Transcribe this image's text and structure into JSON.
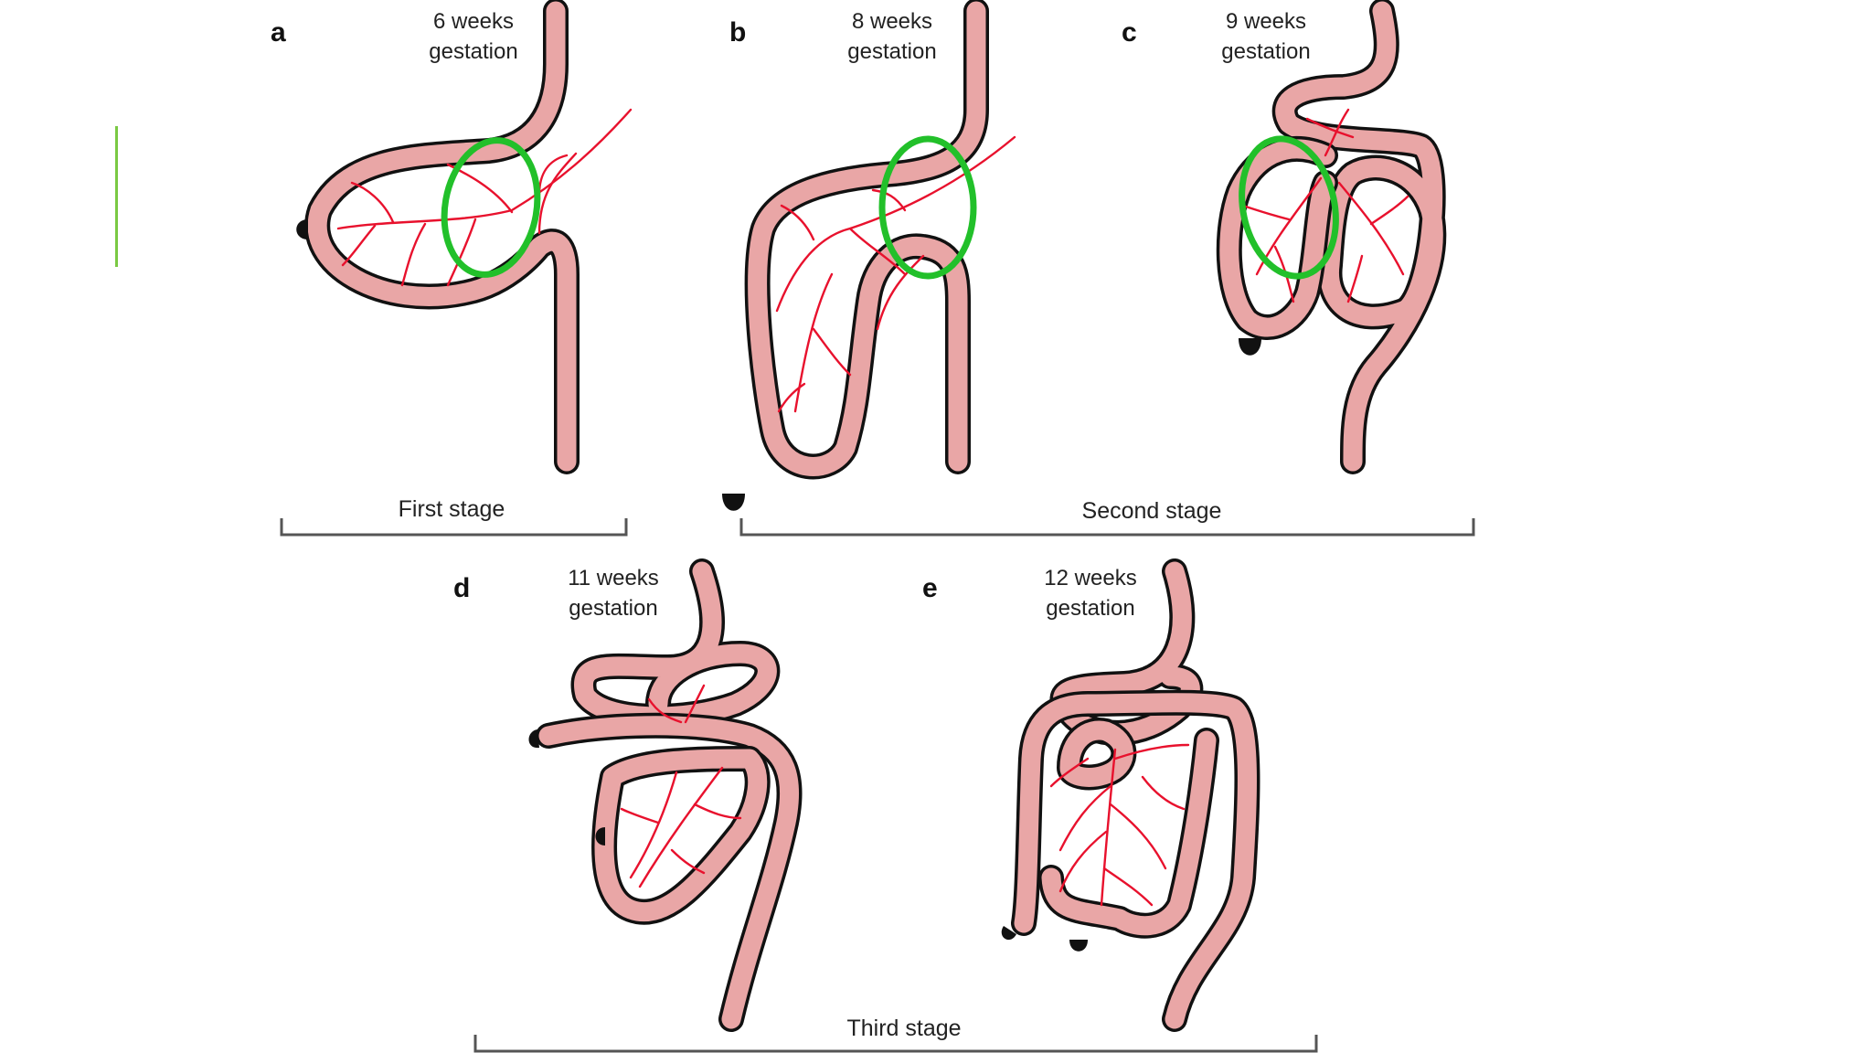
{
  "panels": [
    {
      "letter": "a",
      "weeks": "6 weeks",
      "gestation": "gestation"
    },
    {
      "letter": "b",
      "weeks": "8 weeks",
      "gestation": "gestation"
    },
    {
      "letter": "c",
      "weeks": "9 weeks",
      "gestation": "gestation"
    },
    {
      "letter": "d",
      "weeks": "11 weeks",
      "gestation": "gestation"
    },
    {
      "letter": "e",
      "weeks": "12 weeks",
      "gestation": "gestation"
    }
  ],
  "stages": {
    "first": "First stage",
    "second": "Second stage",
    "third": "Third stage"
  },
  "colors": {
    "accent_bar": "#7ac943",
    "gut_fill": "#e9a6a6",
    "gut_outline": "#111111",
    "vessels": "#e8112d",
    "rotation_axis": "#22c02a"
  }
}
